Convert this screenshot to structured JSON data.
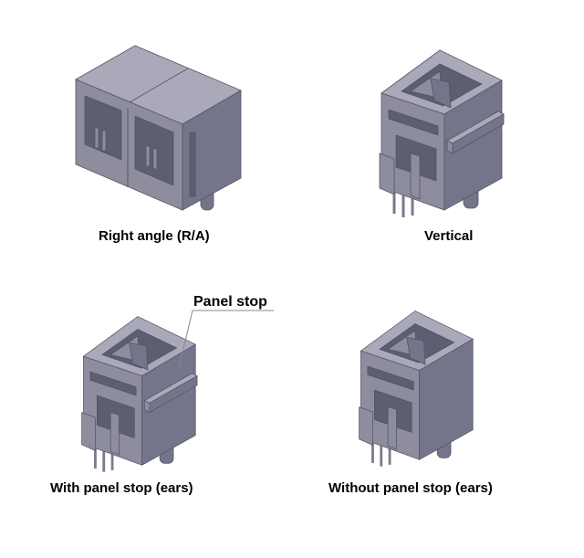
{
  "captions": {
    "right_angle": "Right angle (R/A)",
    "vertical": "Vertical",
    "with_panel_stop": "With panel stop (ears)",
    "without_panel_stop": "Without panel stop (ears)"
  },
  "callout": {
    "panel_stop": "Panel stop"
  }
}
